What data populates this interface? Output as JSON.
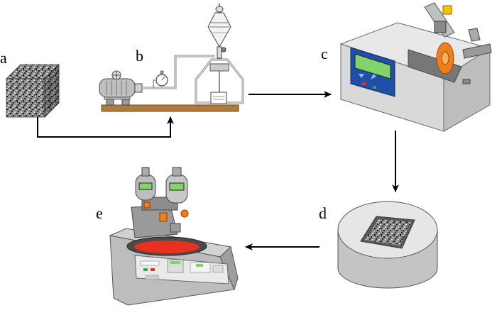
{
  "labels": {
    "a": "a",
    "b": "b",
    "c": "c",
    "d": "d",
    "e": "e"
  },
  "icons": [
    "specimen-cube-icon",
    "vacuum-impregnation-apparatus-icon",
    "precision-cutting-machine-icon",
    "mounted-specimen-cup-icon",
    "grinding-polishing-machine-icon"
  ],
  "colors": {
    "arrow": "#000000",
    "board": "#b07a3c",
    "cutter_body": "#d9d9d9",
    "cutter_panel": "#1f4fa8",
    "display_green": "#7fd46a",
    "blade_orange": "#f07d1e",
    "polisher_red": "#e8301f",
    "machine_gray": "#bdbdbd"
  }
}
